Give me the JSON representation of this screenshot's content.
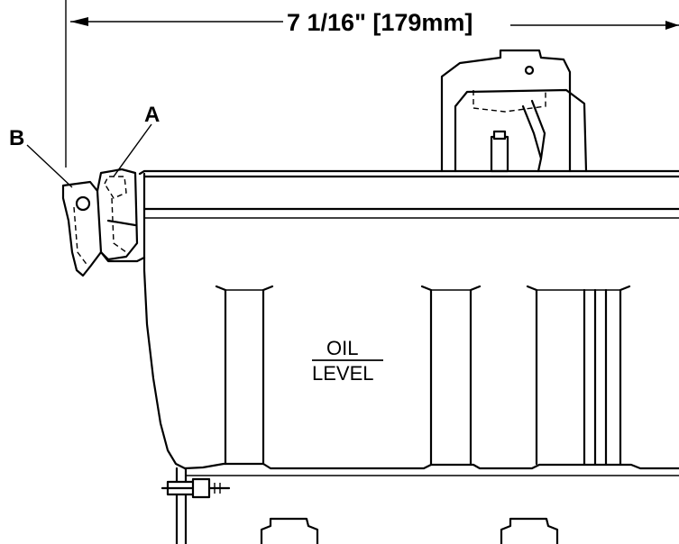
{
  "dimension": {
    "text": "7 1/16\" [179mm]"
  },
  "callouts": {
    "a": "A",
    "b": "B"
  },
  "oil_level": {
    "line1": "OIL",
    "line2": "LEVEL"
  }
}
